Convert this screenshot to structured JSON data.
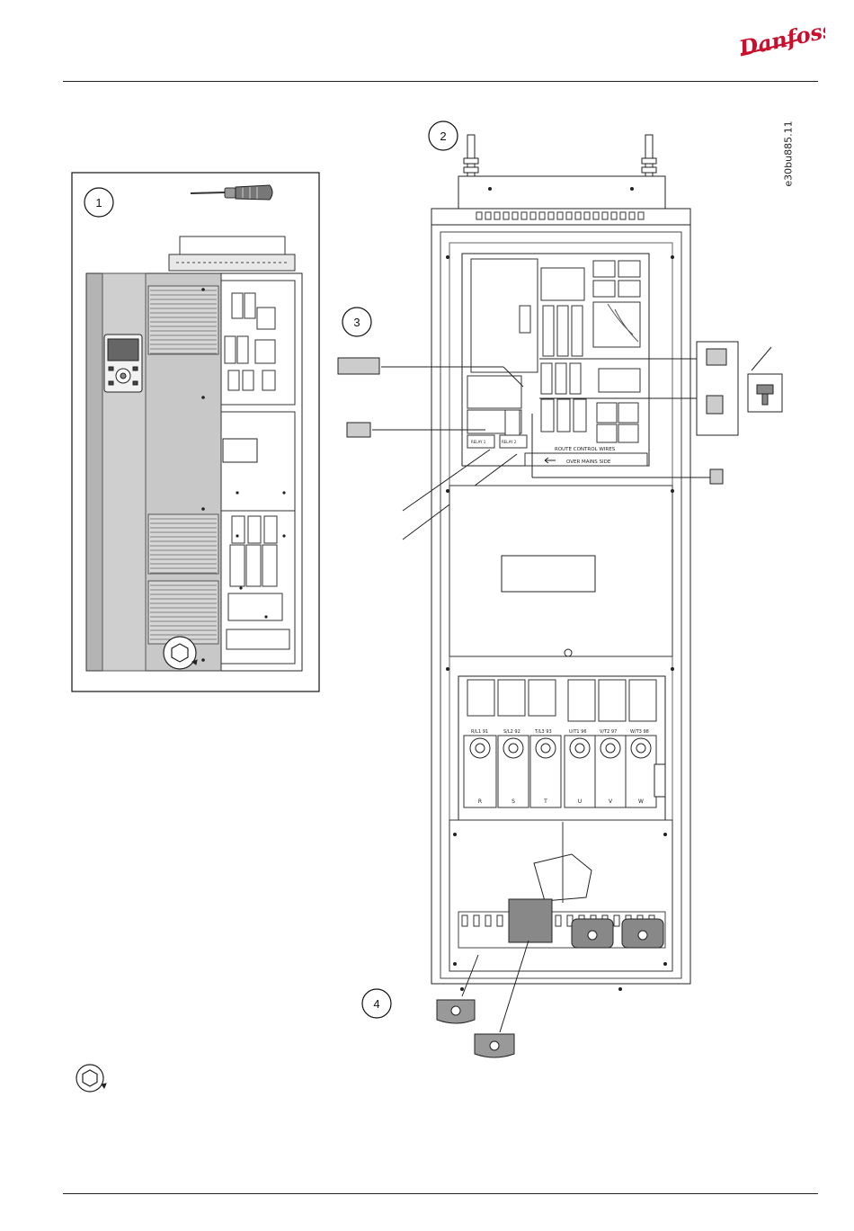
{
  "header": {
    "brand": "Danfoss"
  },
  "figure": {
    "id": "e30bu885.11",
    "callouts": {
      "overview_ref": "1",
      "top_ref": "2",
      "control_ref": "3",
      "bottom_ref": "4"
    },
    "panel_labels": {
      "route_wires": "ROUTE CONTROL WIRES",
      "mains_side": "OVER MAINS SIDE",
      "relay_1": "RELAY 1",
      "relay_2": "RELAY 2",
      "mains_terminals": [
        "R/L1 91",
        "S/L2 92",
        "T/L3 93"
      ],
      "motor_terminals": [
        "U/T1 96",
        "V/T2 97",
        "W/T3 98"
      ],
      "phase_marks": [
        "R",
        "S",
        "T",
        "U",
        "V",
        "W"
      ]
    },
    "icons": [
      "screwdriver-icon",
      "torx-wrench-icon",
      "terminal-plug-icon",
      "cable-clamp-icon"
    ]
  }
}
